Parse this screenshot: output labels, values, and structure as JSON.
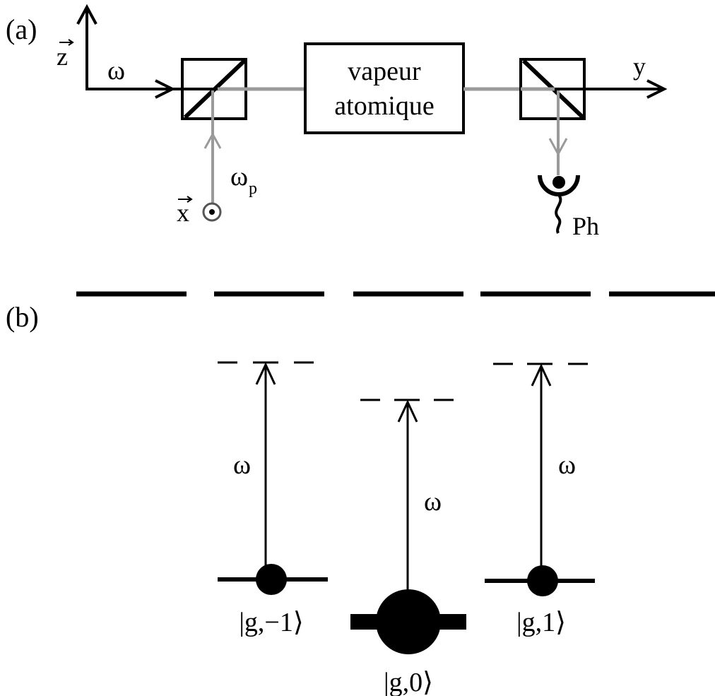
{
  "panel_a": {
    "label": "(a)",
    "axis_z": "z",
    "axis_y": "y",
    "axis_x": "x",
    "beam_omega": "ω",
    "probe_omega": "ω",
    "probe_sub": "p",
    "cell_line1": "vapeur",
    "cell_line2": "atomique",
    "detector": "Ph"
  },
  "panel_b": {
    "label": "(b)",
    "omega_left": "ω",
    "omega_center": "ω",
    "omega_right": "ω",
    "ket_left": "|g,−1⟩",
    "ket_center": "|g,0⟩",
    "ket_right": "|g,1⟩"
  }
}
